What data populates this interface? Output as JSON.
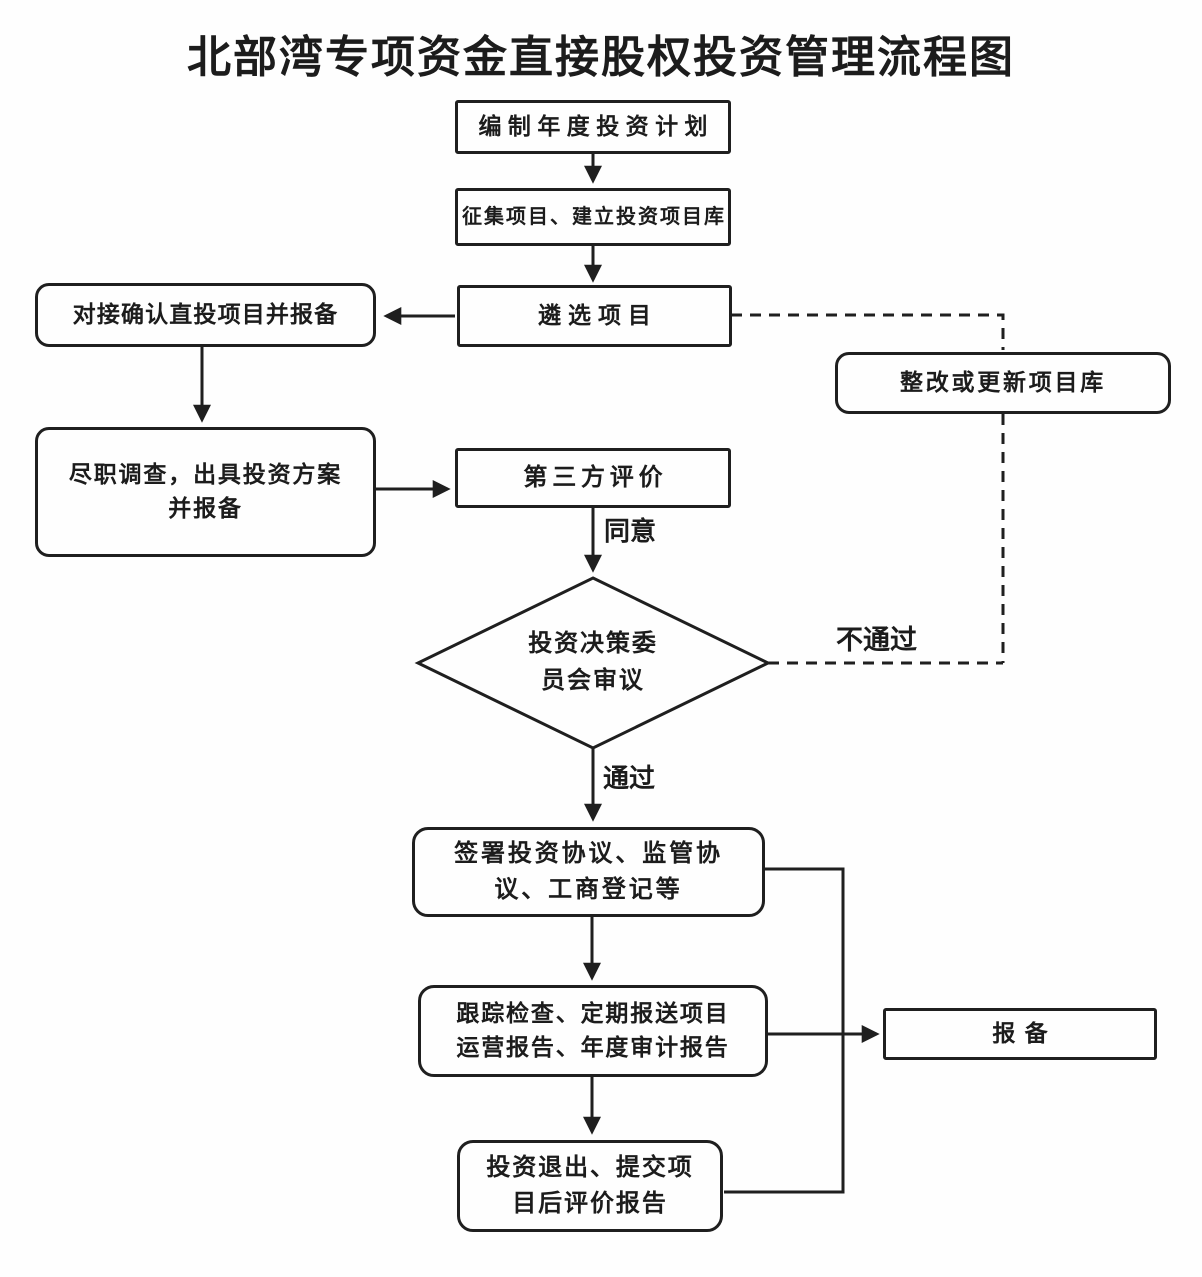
{
  "title": "北部湾专项资金直接股权投资管理流程图",
  "flowchart": {
    "nodes": {
      "plan": "编制年度投资计划",
      "collect": "征集项目、建立投资项目库",
      "select": "遴选项目",
      "confirm": "对接确认直投项目并报备",
      "diligence": "尽职调查，出具投资方案\n并报备",
      "third_party": "第三方评价",
      "committee": "投资决策委\n员会审议",
      "rectify": "整改或更新项目库",
      "sign": "签署投资协议、监管协\n议、工商登记等",
      "track": "跟踪检查、定期报送项目\n运营报告、年度审计报告",
      "report": "报备",
      "exit": "投资退出、提交项\n目后评价报告"
    },
    "edge_labels": {
      "agree": "同意",
      "pass": "通过",
      "fail": "不通过"
    },
    "colors": {
      "ink": "#1f1f1f",
      "background": "#fefefe"
    }
  }
}
